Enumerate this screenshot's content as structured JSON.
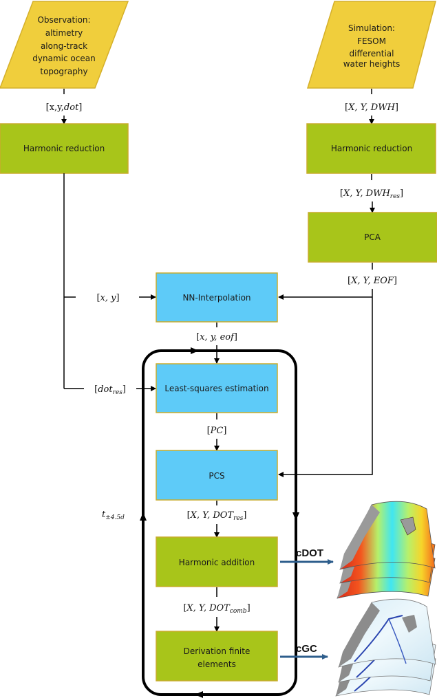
{
  "colors": {
    "input_fill": "#F0CE3C",
    "input_stroke": "#D4AF2A",
    "process_green": "#A8C51A",
    "process_green_stroke": "#C9AC2C",
    "process_blue": "#5ECBF8",
    "process_blue_stroke": "#C9AC2C",
    "output_arrow": "#2E5E8C"
  },
  "inputs": {
    "observation": {
      "lines": [
        "Observation:",
        "altimetry",
        "along-track",
        "dynamic ocean",
        "topography"
      ]
    },
    "simulation": {
      "lines": [
        "Simulation:",
        "FESOM",
        "differential",
        "water heights"
      ]
    }
  },
  "processes": {
    "harmonic_reduction_left": "Harmonic reduction",
    "harmonic_reduction_right": "Harmonic reduction",
    "pca": "PCA",
    "nn_interpolation": "NN-Interpolation",
    "least_squares": "Least-squares estimation",
    "pcs": "PCS",
    "harmonic_addition": "Harmonic addition",
    "derivation": {
      "lines": [
        "Derivation finite",
        "elements"
      ]
    }
  },
  "edge_labels": {
    "obs_out": {
      "main": "[x,y,",
      "italic": "dot",
      "end": "]"
    },
    "sim_out": {
      "main": "[",
      "italic": "X, Y, DWH",
      "end": "]"
    },
    "dwh_res": {
      "main": "[",
      "italic": "X, Y, DWH",
      "sub": "res",
      "end": "]"
    },
    "eof_big": {
      "main": "[",
      "italic": "X, Y, EOF",
      "end": "]"
    },
    "xy": {
      "main": "[",
      "italic": "x, y",
      "end": "]"
    },
    "xy_eof": {
      "main": "[",
      "italic": "x, y, eof",
      "end": "]"
    },
    "dot_res": {
      "main": "[",
      "italic": "dot",
      "sub": "res",
      "end": "]"
    },
    "pc": {
      "main": "[",
      "italic": "PC",
      "end": "]"
    },
    "dot_res_big": {
      "main": "[",
      "italic": "X, Y, DOT",
      "sub": "res",
      "end": "]"
    },
    "dot_comb": {
      "main": "[",
      "italic": "X, Y, DOT",
      "sub": "comb",
      "end": "]"
    },
    "time_window": {
      "italic": "t",
      "sub": "±4.5d"
    }
  },
  "outputs": {
    "cdot": {
      "label": "cDOT",
      "map_type": "dynamic-ocean-topography-map-stack"
    },
    "cgc": {
      "label": "cGC",
      "map_type": "geostrophic-current-map-stack"
    }
  }
}
